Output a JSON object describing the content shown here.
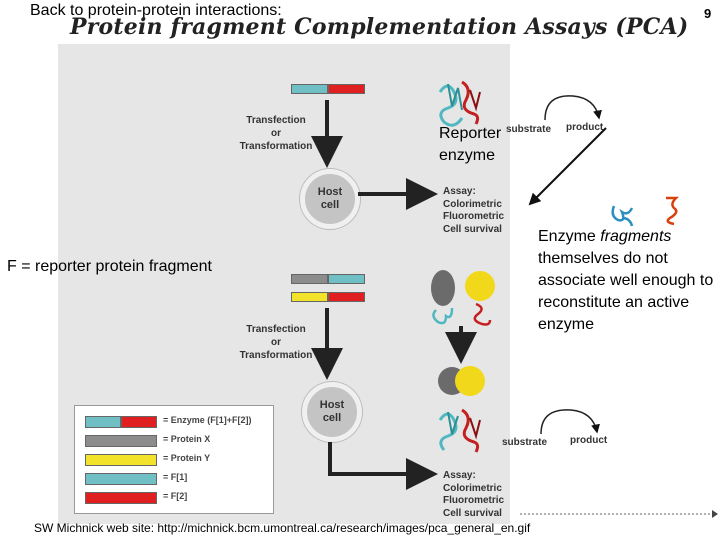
{
  "header": "Back to protein-protein interactions:",
  "slide_number": "9",
  "figure": {
    "title": "Protein fragment Complementation Assays (PCA)",
    "step_transfection": [
      "Transfection",
      "or",
      "Transformation"
    ],
    "cell_label": [
      "Host",
      "cell"
    ],
    "assay_title": "Assay:",
    "assay_items": [
      "Colorimetric",
      "Fluorometric",
      "Cell survival"
    ],
    "substrate": "substrate",
    "product": "product",
    "legend": [
      {
        "text": "= Enzyme (F[1]+F[2])",
        "colors": [
          "#6fbfc4",
          "#e02020"
        ]
      },
      {
        "text": "= Protein X",
        "colors": [
          "#8c8c8c"
        ]
      },
      {
        "text": "= Protein Y",
        "colors": [
          "#f2e22a"
        ]
      },
      {
        "text": "= F[1]",
        "colors": [
          "#6fbfc4"
        ]
      },
      {
        "text": "= F[2]",
        "colors": [
          "#e02020"
        ]
      }
    ]
  },
  "annotations": {
    "f_definition": "F = reporter protein fragment",
    "reporter_line1": "Reporter",
    "reporter_line2": "enzyme",
    "enzyme_pre": "Enzyme ",
    "enzyme_italic": "fragments",
    "enzyme_rest": "themselves do not associate well enough to reconstitute an active enzyme"
  },
  "source": "SW Michnick web site: http://michnick.bcm.umontreal.ca/research/images/pca_general_en.gif",
  "colors": {
    "cyan": "#6fbfc4",
    "red": "#e02020",
    "gray": "#8c8c8c",
    "yellow": "#f2e22a"
  }
}
